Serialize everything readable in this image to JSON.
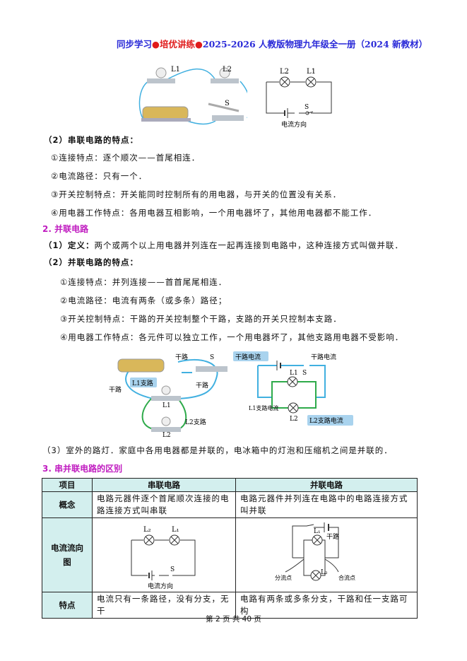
{
  "header": {
    "part1": "同步学习",
    "part2": "培优讲练",
    "part3": "2025-2026 人教版物理九年级全一册（2024 新教材）"
  },
  "fig1": {
    "l1": "L1",
    "l2": "L2",
    "s": "S",
    "caption": "电流方向"
  },
  "series": {
    "heading": "（2）串联电路的特点：",
    "items": [
      "①连接特点：逐个顺次——首尾相连．",
      "②电流路径：只有一个．",
      "③开关控制特点：开关能同时控制所有的用电器，与开关的位置没有关系．",
      "④用电器工作特点：各用电器互相影响，一个用电器坏了，其他用电器都不能工作．"
    ]
  },
  "parallel": {
    "section": "2. 并联电路",
    "definition_label": "（1）定义：",
    "definition": "两个或两个以上用电器并列连在一起再连接到电路中，这种连接方式叫做并联．",
    "heading": "（2）并联电路的特点：",
    "items": [
      "①连接特点：并列连接——首首尾尾相连．",
      "②电流路径：电流有两条（或多条）路径；",
      "③开关控制特点：干路的开关控制整个干路，支路的开关只控制本支路．",
      "④用电器工作特点：各元件可以独立工作，一个用电器坏了，其他支路用电器不受影响．"
    ]
  },
  "fig2": {
    "trunk": "干路",
    "l1_branch": "L1支路",
    "l2_branch": "L2支路",
    "l1": "L1",
    "l2": "L2",
    "s": "S",
    "trunk_current": "干路电流",
    "l1_current": "L1支路电流",
    "l2_current": "L2支路电流"
  },
  "note": "（3）室外的路灯．家庭中各用电器都是并联的，电冰箱中的灯泡和压缩机之间是并联的．",
  "section3": "3. 串并联电路的区别",
  "table": {
    "headers": [
      "项目",
      "串联电路",
      "并联电路"
    ],
    "rows": [
      {
        "label": "概念",
        "series": "电路元器件逐个首尾顺次连接的电路连接方式叫串联",
        "parallel": "电路元器件并列连在电路中的电路连接方式叫并联"
      },
      {
        "label": "电流流向图",
        "series_caption": "电流方向",
        "parallel_split": "分流点",
        "parallel_join": "合流点",
        "parallel_trunk": "干路"
      },
      {
        "label": "特点",
        "series": "电流只有一条路径，没有分支，无干",
        "parallel": "电路有两条或多条分支，干路和任一支路可构"
      }
    ]
  },
  "footer": "第 2 页 共 40 页"
}
